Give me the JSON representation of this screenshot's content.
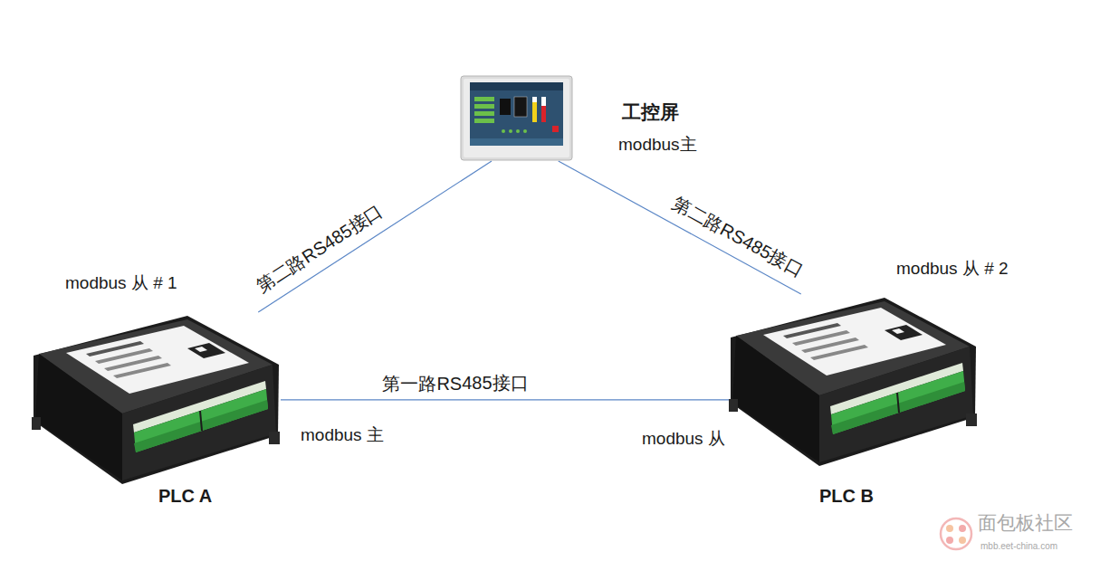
{
  "diagram": {
    "nodes": [
      {
        "text": [
          "工控屏",
          "modbus主"
        ]
      },
      {
        "text": [
          "modbus 从 # 1",
          "PLC A"
        ]
      },
      {
        "text": [
          "modbus 从 # 2",
          "PLC B"
        ]
      }
    ],
    "edges": [
      {
        "from": 0,
        "to": 1,
        "arrow": "none",
        "label": "第二路RS485接口"
      },
      {
        "from": 0,
        "to": 2,
        "arrow": "none",
        "label": "第二路RS485接口"
      },
      {
        "from": 1,
        "to": 2,
        "arrow": "none",
        "label": "第一路RS485接口"
      }
    ],
    "labels": [
      "modbus 主",
      "modbus 从",
      "面包板社区",
      "mbb.eet-china.com"
    ]
  }
}
